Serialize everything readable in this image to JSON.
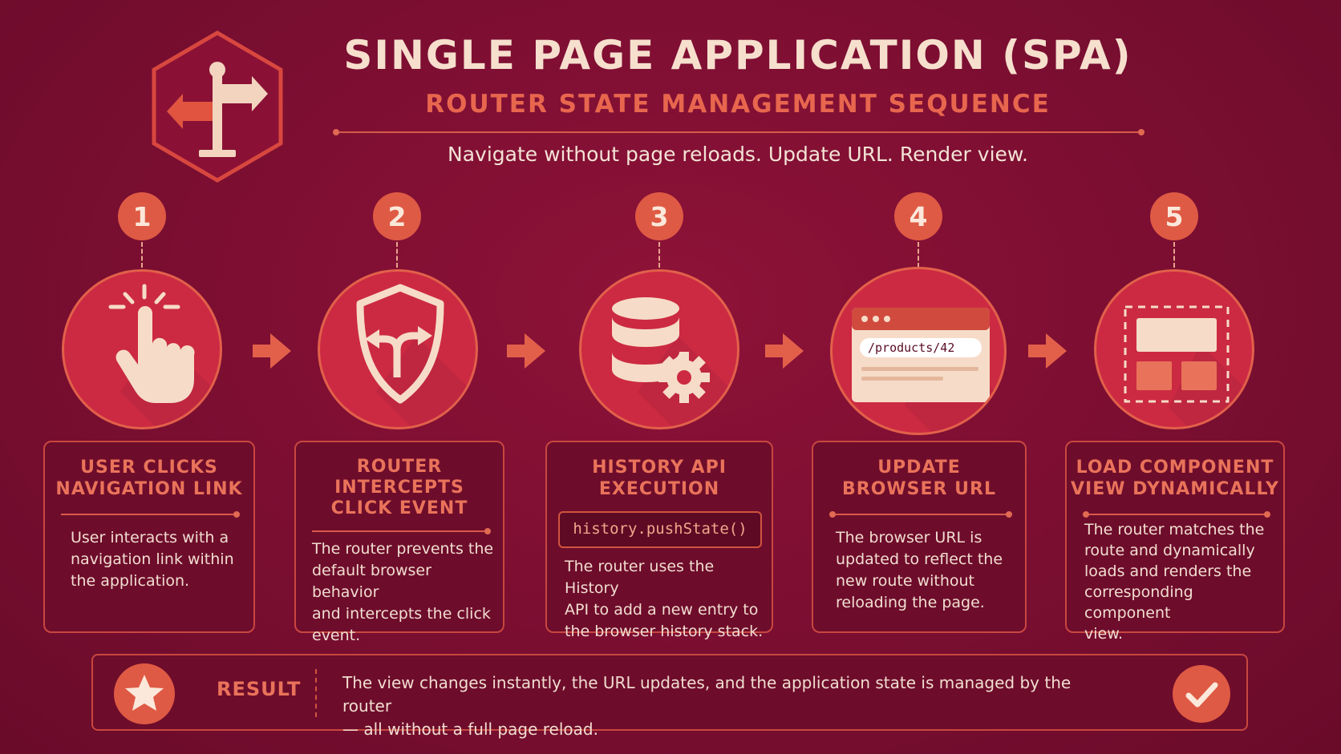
{
  "header": {
    "title": "SINGLE PAGE APPLICATION (SPA)",
    "subtitle": "ROUTER STATE MANAGEMENT SEQUENCE",
    "tagline": "Navigate without page reloads. Update URL. Render view."
  },
  "steps": [
    {
      "number": "1",
      "icon": "pointer-hand-icon",
      "title_lines": [
        "USER CLICKS",
        "NAVIGATION LINK"
      ],
      "text_lines": [
        "User interacts with a",
        "navigation link within",
        "the application."
      ]
    },
    {
      "number": "2",
      "icon": "shield-fork-arrow-icon",
      "title_lines": [
        "ROUTER",
        "INTERCEPTS",
        "CLICK EVENT"
      ],
      "text_lines": [
        "The router prevents the",
        "default browser behavior",
        "and intercepts the click",
        "event."
      ]
    },
    {
      "number": "3",
      "icon": "database-gear-icon",
      "title_lines": [
        "HISTORY API",
        "EXECUTION"
      ],
      "code": "history.pushState()",
      "text_lines": [
        "The router uses the History",
        "API to add a new entry to",
        "the browser history stack."
      ]
    },
    {
      "number": "4",
      "icon": "browser-window-icon",
      "url": "/products/42",
      "title_lines": [
        "UPDATE",
        "BROWSER URL"
      ],
      "text_lines": [
        "The browser URL is",
        "updated to reflect the",
        "new route without",
        "reloading the page."
      ]
    },
    {
      "number": "5",
      "icon": "layout-component-icon",
      "title_lines": [
        "LOAD COMPONENT",
        "VIEW DYNAMICALLY"
      ],
      "text_lines": [
        "The router matches the",
        "route and dynamically",
        "loads and renders the",
        "corresponding component",
        "view."
      ]
    }
  ],
  "result": {
    "label": "RESULT",
    "text_lines": [
      "The view changes instantly, the URL updates, and the application state is managed by the router",
      "— all without a full page reload."
    ]
  },
  "colors": {
    "background": "#7a0e31",
    "accent": "#df5a44",
    "card_border": "#c8473f",
    "text_light": "#f3e3d6"
  }
}
